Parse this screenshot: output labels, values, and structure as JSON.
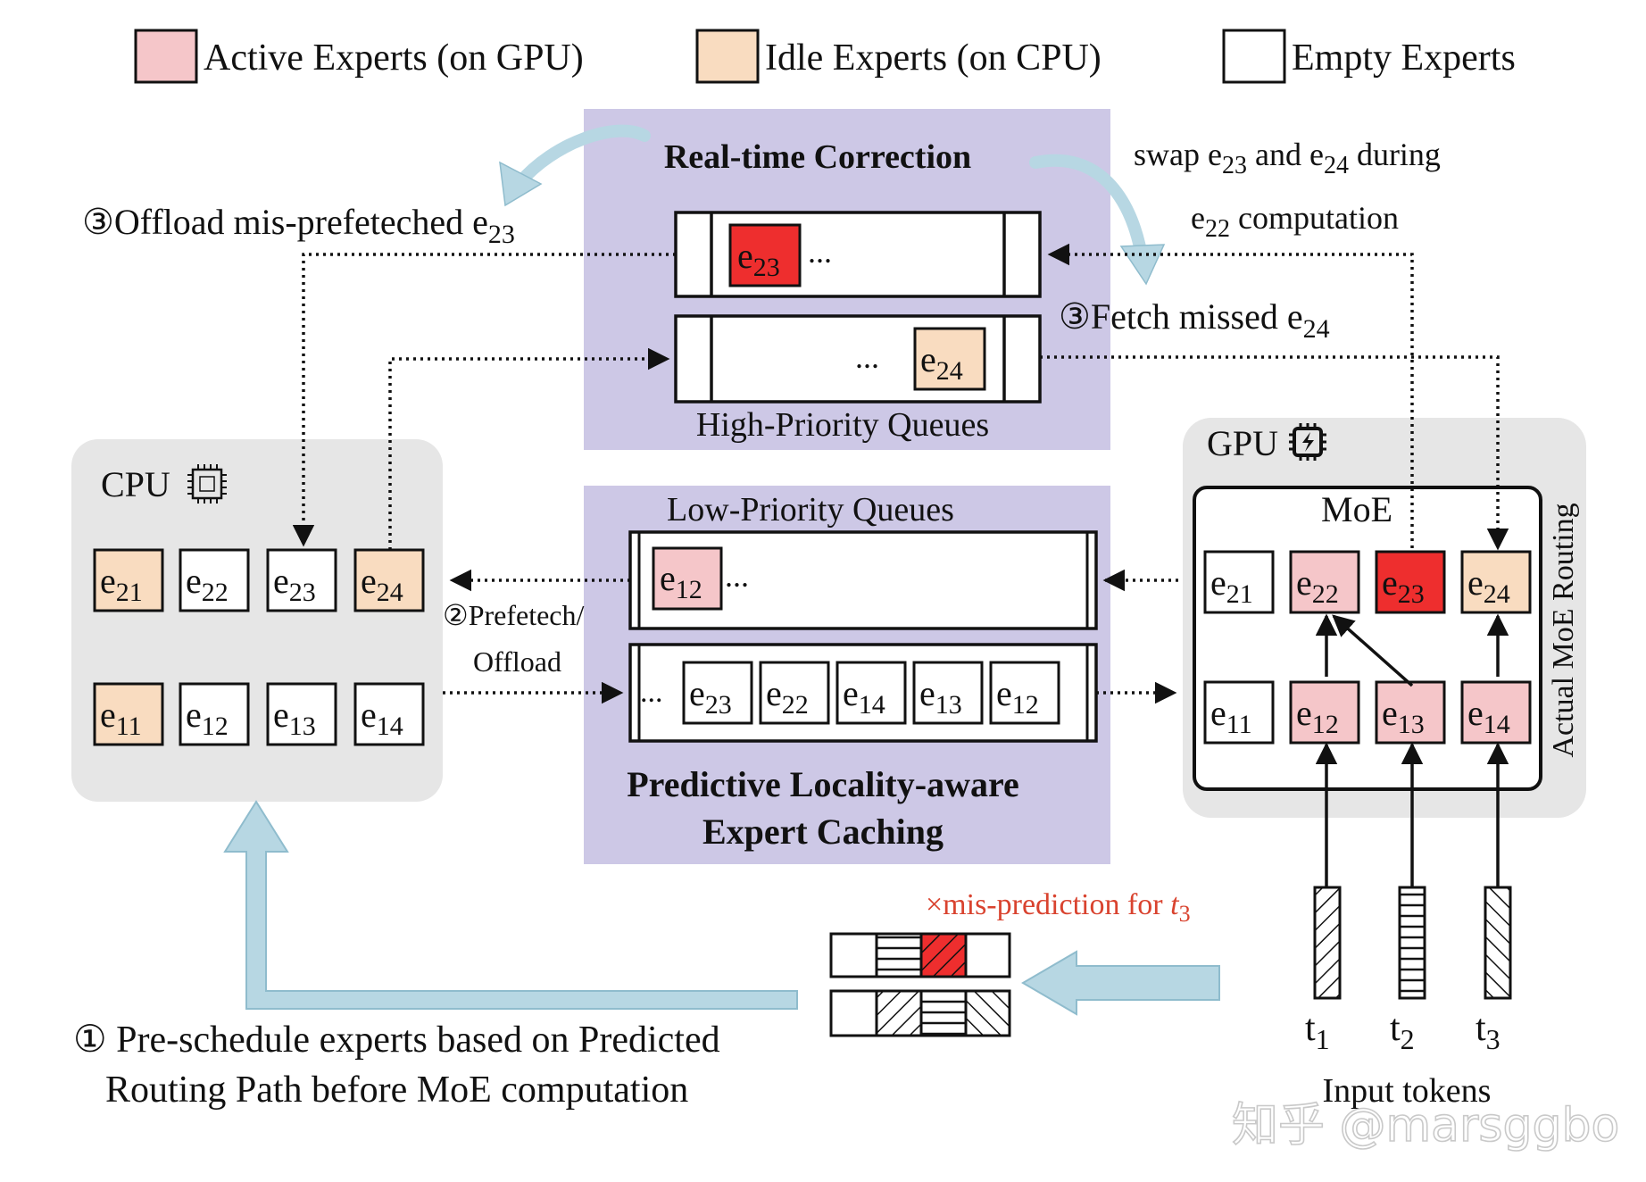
{
  "legend": {
    "active": "Active Experts (on GPU)",
    "idle": "Idle Experts (on CPU)",
    "empty": "Empty Experts"
  },
  "colors": {
    "active": "#f5c6c9",
    "active_strong": "#ee2e2e",
    "idle": "#f9dcc0",
    "empty": "#ffffff",
    "panel_purple": "#cdc8e6",
    "panel_gray": "#e6e6e6",
    "big_arrow": "#b7d7e3",
    "mispred_red": "#d9432f"
  },
  "realtime": {
    "title": "Real-time Correction",
    "offload_prefix": "③Offload mis-prefeteched e",
    "offload_sub": "23",
    "swap_line1_a": "swap e",
    "swap_line1_sub1": "23",
    "swap_line1_b": " and e",
    "swap_line1_sub2": "24",
    "swap_line1_c": " during",
    "swap_line2_a": "e",
    "swap_line2_sub": "22",
    "swap_line2_b": " computation",
    "fetch_prefix": "③Fetch missed e",
    "fetch_sub": "24",
    "queue1_expert": "23",
    "queue2_expert": "24",
    "ellipsis": "...",
    "hp_label": "High-Priority Queues"
  },
  "lowpriority": {
    "label": "Low-Priority Queues",
    "queue1_expert": "12",
    "queue2_experts": [
      "23",
      "22",
      "14",
      "13",
      "12"
    ],
    "prefetch_line1": "②Prefetech/",
    "prefetch_line2": "Offload",
    "caption_line1": "Predictive Locality-aware",
    "caption_line2": "Expert Caching"
  },
  "cpu": {
    "label": "CPU",
    "row1": [
      {
        "id": "21",
        "state": "idle"
      },
      {
        "id": "22",
        "state": "empty"
      },
      {
        "id": "23",
        "state": "empty"
      },
      {
        "id": "24",
        "state": "idle"
      }
    ],
    "row2": [
      {
        "id": "11",
        "state": "idle"
      },
      {
        "id": "12",
        "state": "empty"
      },
      {
        "id": "13",
        "state": "empty"
      },
      {
        "id": "14",
        "state": "empty"
      }
    ]
  },
  "gpu": {
    "label": "GPU",
    "moe_label": "MoE",
    "routing_label": "Actual MoE Routing",
    "row1": [
      {
        "id": "21",
        "state": "empty"
      },
      {
        "id": "22",
        "state": "active"
      },
      {
        "id": "23",
        "state": "active_strong"
      },
      {
        "id": "24",
        "state": "idle"
      }
    ],
    "row2": [
      {
        "id": "11",
        "state": "empty"
      },
      {
        "id": "12",
        "state": "active"
      },
      {
        "id": "13",
        "state": "active"
      },
      {
        "id": "14",
        "state": "active"
      }
    ]
  },
  "tokens": {
    "labels": [
      "1",
      "2",
      "3"
    ],
    "caption": "Input tokens"
  },
  "misprediction": {
    "label_prefix": "×mis-prediction for ",
    "label_var": "t",
    "label_sub": "3"
  },
  "preschedule": {
    "line1": "① Pre-schedule experts based on Predicted",
    "line2": "Routing Path before MoE computation"
  },
  "watermark": "知乎 @marsggbo"
}
